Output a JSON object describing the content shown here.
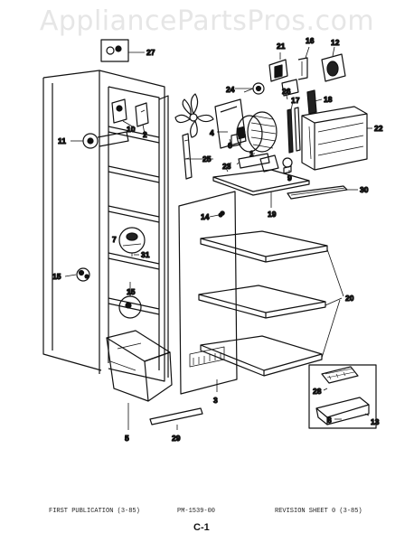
{
  "watermark": "AppliancePartsPros.com",
  "footer": {
    "left": "FIRST PUBLICATION (3-85)",
    "center": "PM-1539-00",
    "right": "REVISION SHEET 0 (3-85)",
    "page": "C-1"
  },
  "callouts": {
    "c27": "27",
    "c21": "21",
    "c16": "16",
    "c12": "12",
    "c24": "24",
    "c26": "26",
    "c17": "17",
    "c18": "18",
    "c2": "2",
    "c10": "10",
    "c4": "4",
    "c6": "6",
    "c22": "22",
    "c11": "11",
    "c25": "25",
    "c23": "23",
    "c9": "9",
    "c1": "1",
    "c30": "30",
    "c19": "19",
    "c14": "14",
    "c7": "7",
    "c31": "31",
    "c15a": "15",
    "c15b": "15",
    "c20": "20",
    "c3": "3",
    "c28": "28",
    "c5": "5",
    "c29": "29",
    "c8": "8",
    "c13": "13"
  }
}
